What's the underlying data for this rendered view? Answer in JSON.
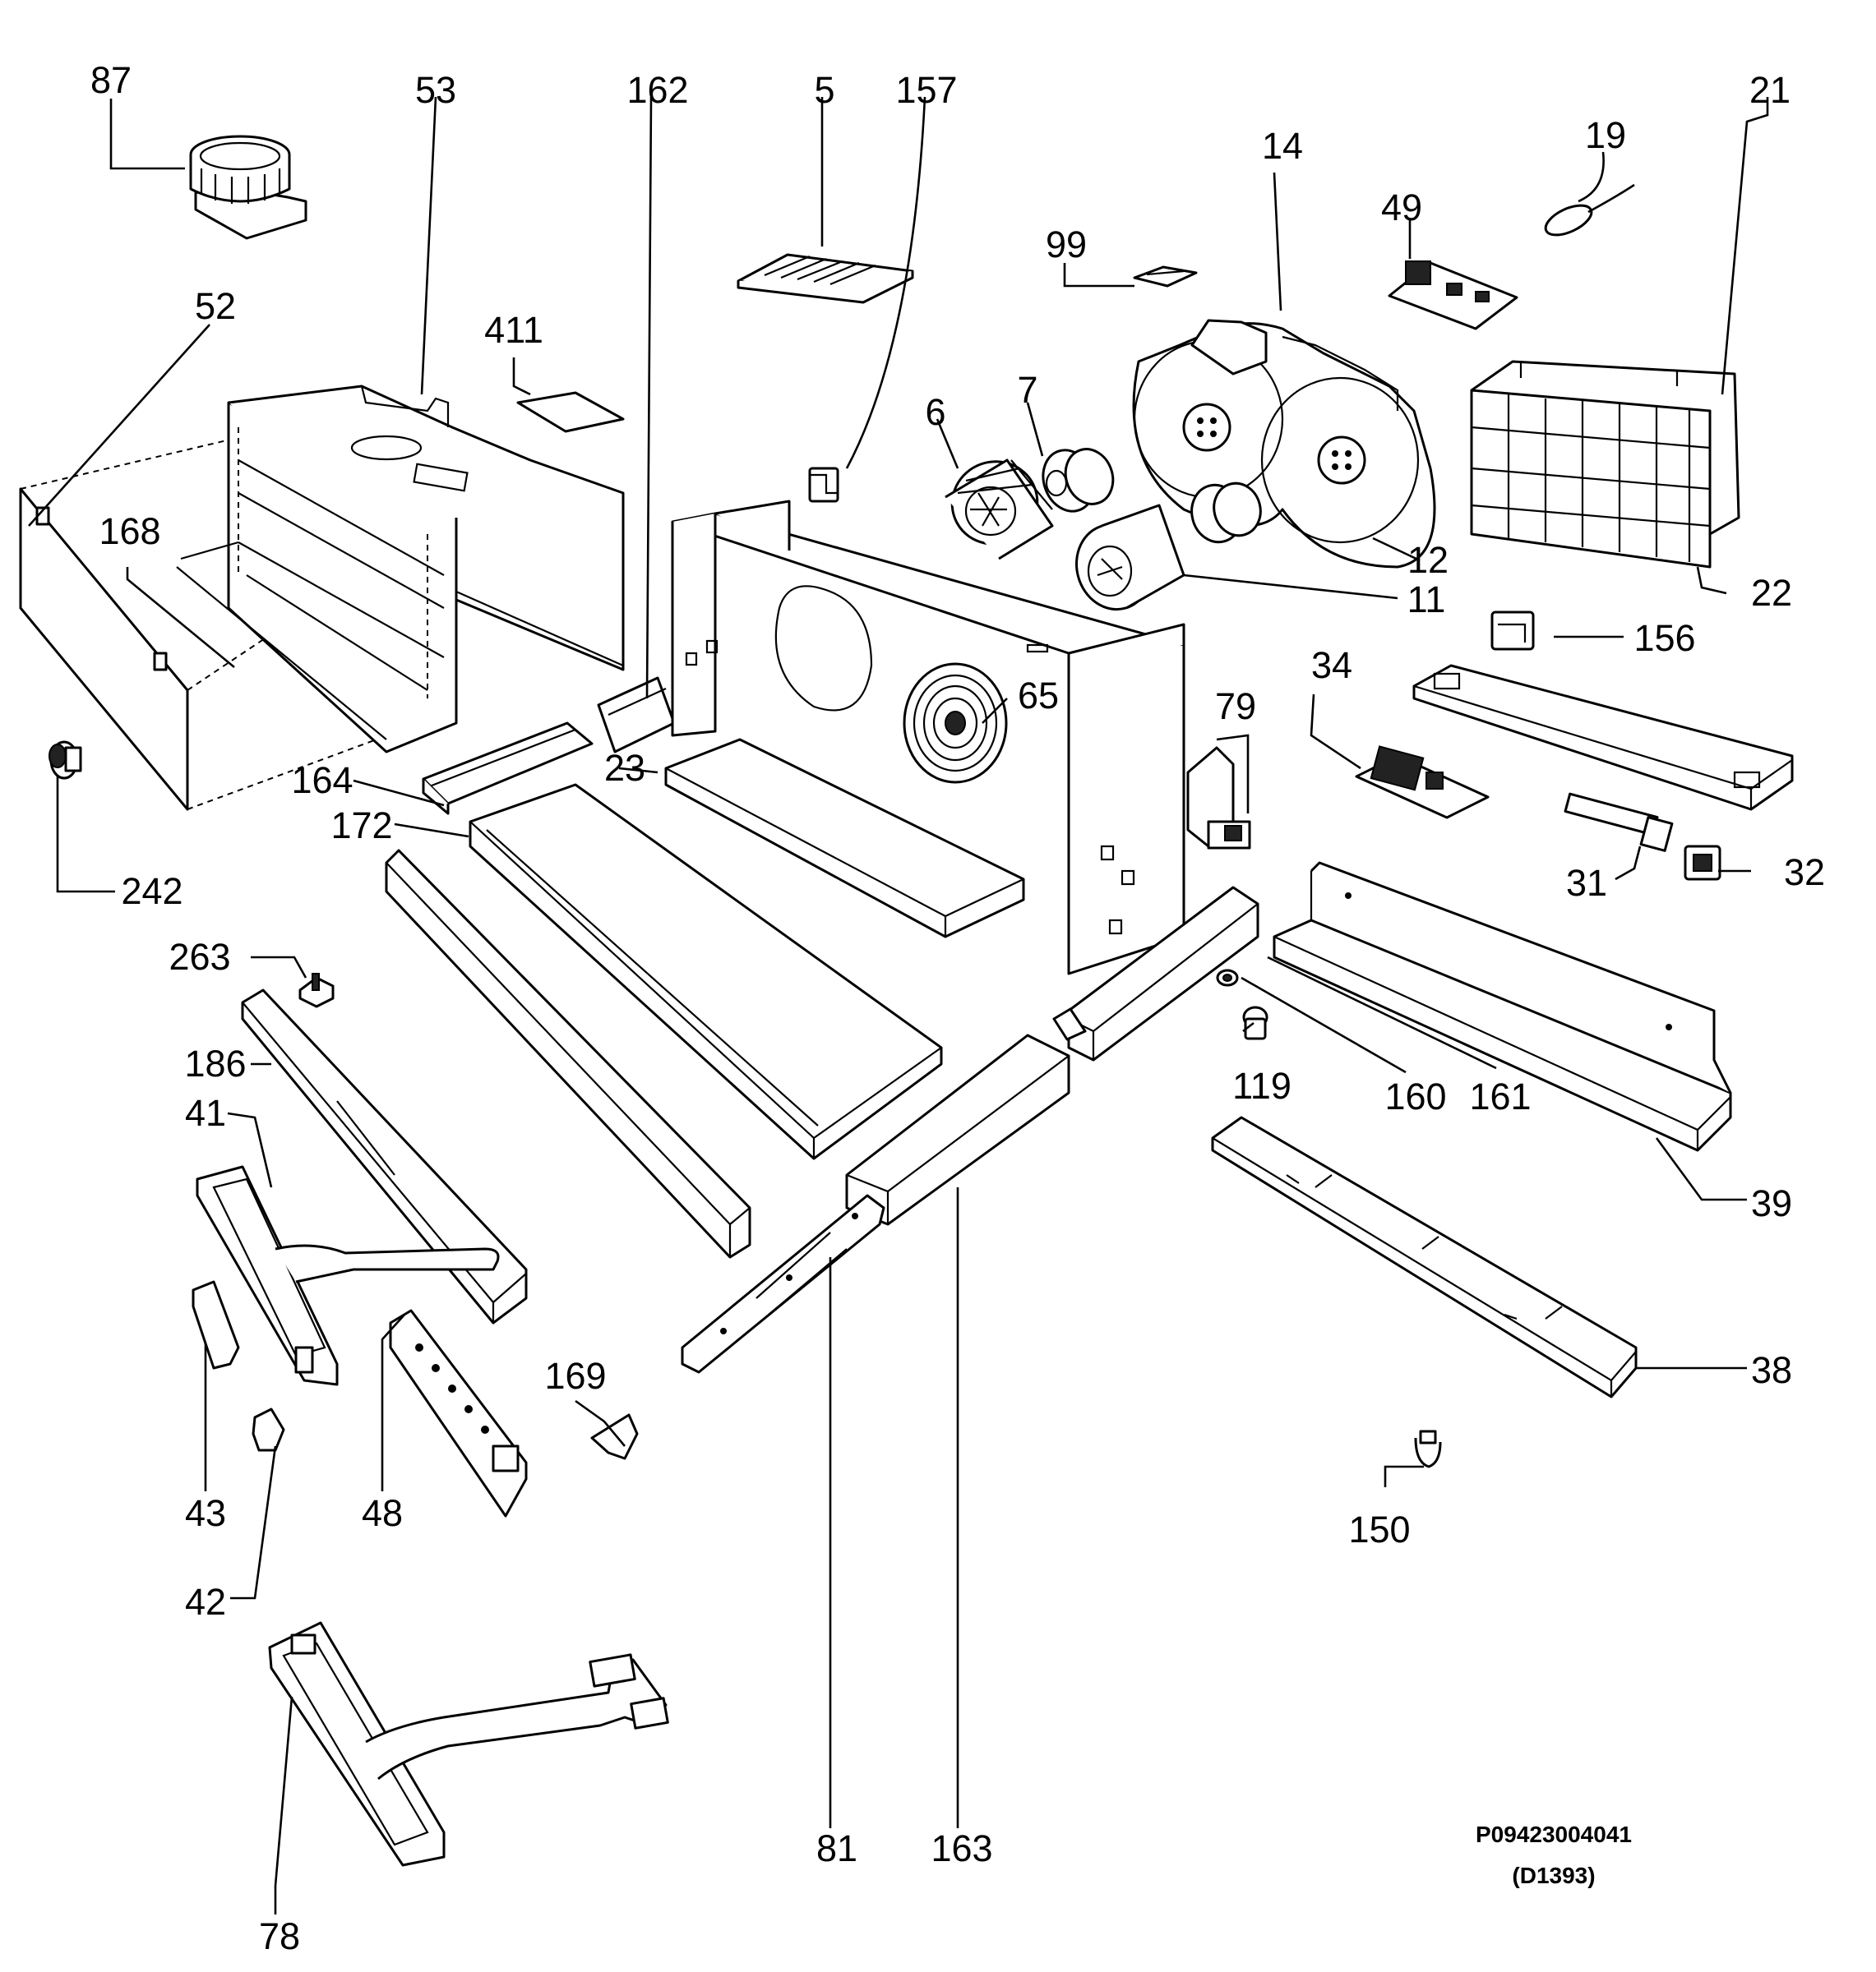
{
  "labels": [
    {
      "id": "87",
      "text": "87"
    },
    {
      "id": "53",
      "text": "53"
    },
    {
      "id": "162",
      "text": "162"
    },
    {
      "id": "5",
      "text": "5"
    },
    {
      "id": "157",
      "text": "157"
    },
    {
      "id": "21",
      "text": "21"
    },
    {
      "id": "19",
      "text": "19"
    },
    {
      "id": "14",
      "text": "14"
    },
    {
      "id": "49",
      "text": "49"
    },
    {
      "id": "99",
      "text": "99"
    },
    {
      "id": "52",
      "text": "52"
    },
    {
      "id": "411",
      "text": "411"
    },
    {
      "id": "7",
      "text": "7"
    },
    {
      "id": "6",
      "text": "6"
    },
    {
      "id": "168",
      "text": "168"
    },
    {
      "id": "12",
      "text": "12"
    },
    {
      "id": "11",
      "text": "11"
    },
    {
      "id": "22",
      "text": "22"
    },
    {
      "id": "156",
      "text": "156"
    },
    {
      "id": "65",
      "text": "65"
    },
    {
      "id": "34",
      "text": "34"
    },
    {
      "id": "79",
      "text": "79"
    },
    {
      "id": "23",
      "text": "23"
    },
    {
      "id": "164",
      "text": "164"
    },
    {
      "id": "172",
      "text": "172"
    },
    {
      "id": "242",
      "text": "242"
    },
    {
      "id": "31",
      "text": "31"
    },
    {
      "id": "32",
      "text": "32"
    },
    {
      "id": "263",
      "text": "263"
    },
    {
      "id": "186",
      "text": "186"
    },
    {
      "id": "119",
      "text": "119"
    },
    {
      "id": "160",
      "text": "160"
    },
    {
      "id": "161",
      "text": "161"
    },
    {
      "id": "41",
      "text": "41"
    },
    {
      "id": "39",
      "text": "39"
    },
    {
      "id": "169",
      "text": "169"
    },
    {
      "id": "38",
      "text": "38"
    },
    {
      "id": "43",
      "text": "43"
    },
    {
      "id": "48",
      "text": "48"
    },
    {
      "id": "150",
      "text": "150"
    },
    {
      "id": "42",
      "text": "42"
    },
    {
      "id": "81",
      "text": "81"
    },
    {
      "id": "163",
      "text": "163"
    },
    {
      "id": "78",
      "text": "78"
    }
  ],
  "drawing_code": "P09423004041",
  "drawing_ref": "(D1393)"
}
